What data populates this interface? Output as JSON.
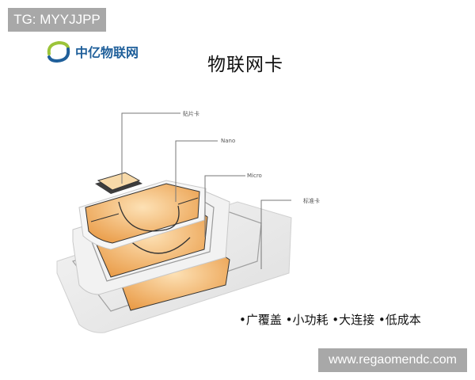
{
  "tag": {
    "text": "TG: MYYJJPP"
  },
  "logo": {
    "text": "中亿物联网",
    "colors": {
      "blue": "#1f5f9a",
      "green": "#9cc43a"
    }
  },
  "title": "物联网卡",
  "labels": {
    "embedded": "贴片卡",
    "nano": "Nano",
    "micro": "Micro",
    "standard": "标准卡"
  },
  "features": {
    "items": [
      "广覆盖",
      "小功耗",
      "大连接",
      "低成本"
    ],
    "text": "•广覆盖 •小功耗 •大连接 •低成本"
  },
  "watermark": {
    "text": "www.regaomendc.com"
  },
  "colors": {
    "chip": "#f2b36b",
    "card": "#eeeeee",
    "line": "#777777"
  }
}
